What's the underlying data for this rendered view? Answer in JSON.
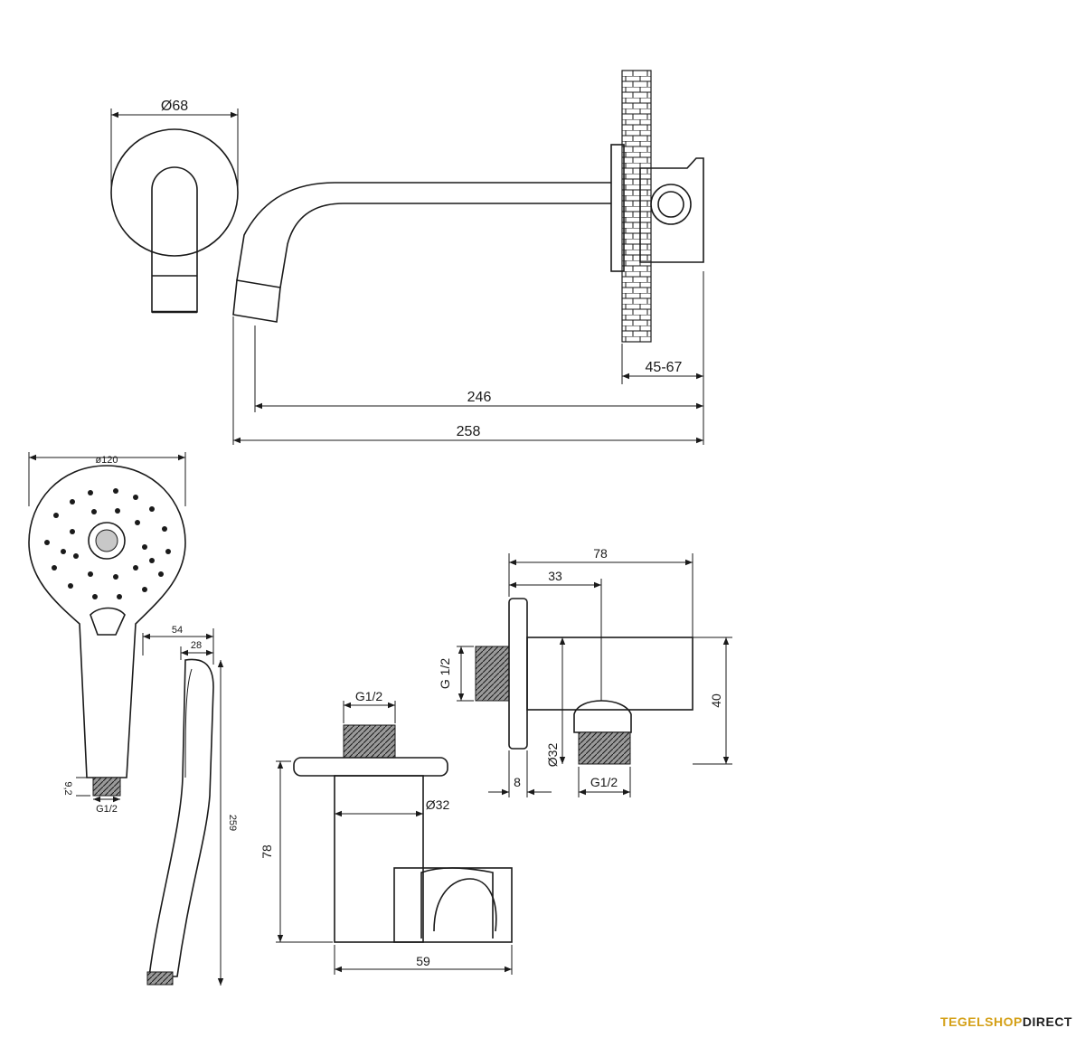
{
  "dimensions": {
    "spout_rosette_diameter": "Ø68",
    "wall_depth": "45-67",
    "spout_length_short": "246",
    "spout_length_total": "258",
    "handshower_diameter": "ø120",
    "handshower_depth": "54",
    "handshower_neck": "28",
    "handshower_length": "259",
    "handshower_thread_height": "9,2",
    "handshower_thread": "G1/2",
    "holder_thread": "G1/2",
    "holder_tube": "Ø32",
    "holder_height": "78",
    "holder_depth": "59",
    "elbow_length": "78",
    "elbow_center": "33",
    "elbow_inlet_thread": "G 1/2",
    "elbow_height": "40",
    "elbow_tube": "Ø32",
    "elbow_flange": "8",
    "elbow_outlet_thread": "G1/2"
  },
  "brand": {
    "part1": "TEGELSHOP",
    "part2": "DIRECT"
  }
}
